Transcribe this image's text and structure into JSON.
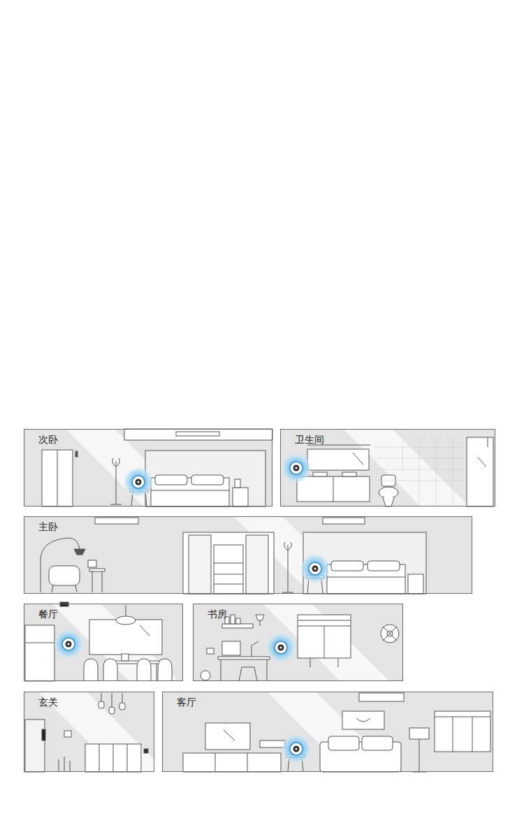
{
  "diagram": {
    "nodes": [
      {
        "text": [
          "次卧"
        ]
      },
      {
        "text": [
          "卫生间"
        ]
      },
      {
        "text": [
          "主卧"
        ]
      },
      {
        "text": [
          "餐厅"
        ]
      },
      {
        "text": [
          "书房"
        ]
      },
      {
        "text": [
          "玄关"
        ]
      },
      {
        "text": [
          "客厅"
        ]
      }
    ]
  }
}
